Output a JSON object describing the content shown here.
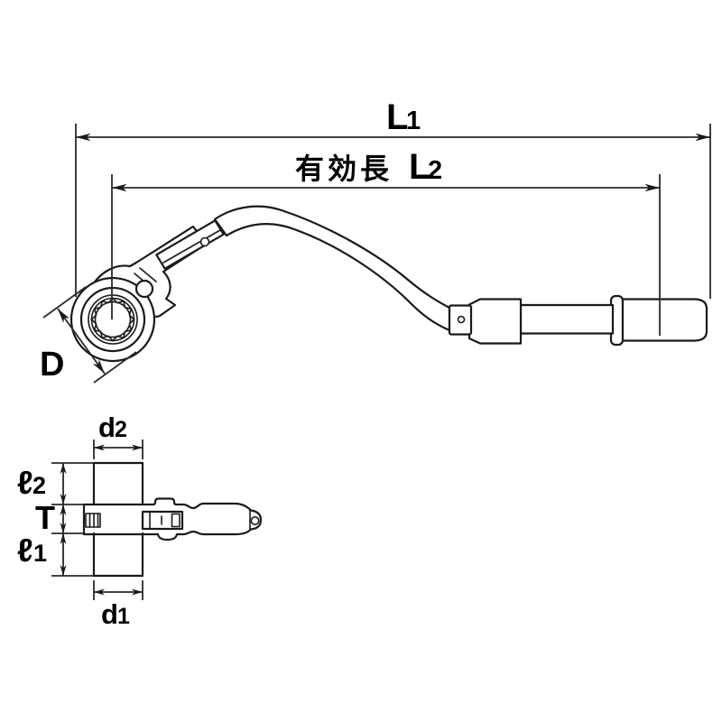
{
  "diagram": {
    "kind": "tool-dimension-drawing",
    "colors": {
      "ink": "#1a1a1a",
      "background": "#ffffff"
    },
    "labels": {
      "overall_length": {
        "main": "L",
        "sub": "1"
      },
      "effective_length": {
        "prefix": "有効長",
        "main": "L",
        "sub": "2"
      },
      "head_diameter": {
        "main": "D"
      },
      "top_diameter": {
        "main": "d",
        "sub": "2"
      },
      "upper_length": {
        "main": "ℓ",
        "sub": "2"
      },
      "head_thickness": {
        "main": "T"
      },
      "lower_length": {
        "main": "ℓ",
        "sub": "1"
      },
      "bottom_diameter": {
        "main": "d",
        "sub": "1"
      }
    }
  }
}
